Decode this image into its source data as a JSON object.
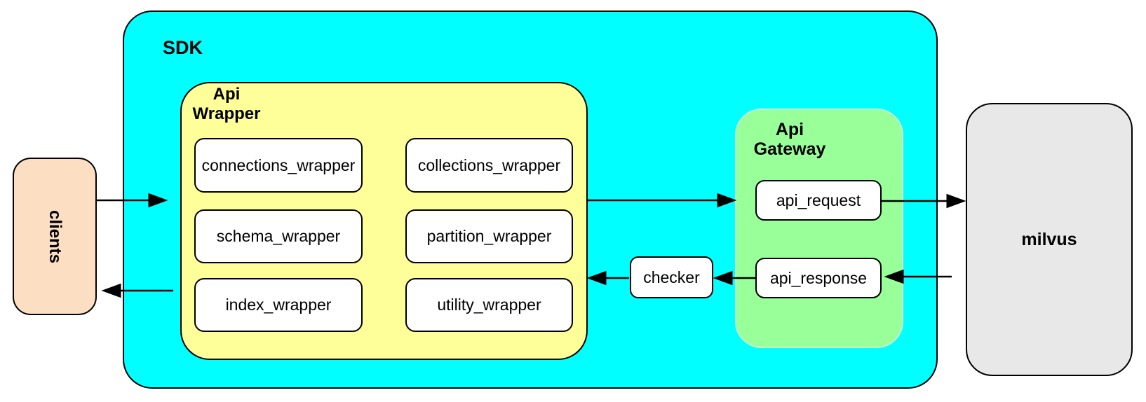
{
  "sdk": {
    "label": "SDK"
  },
  "clients": {
    "label": "clients"
  },
  "api_wrapper": {
    "title_line1": "Api",
    "title_line2": "Wrapper",
    "modules": [
      {
        "label": "connections_wrapper"
      },
      {
        "label": "collections_wrapper"
      },
      {
        "label": "schema_wrapper"
      },
      {
        "label": "partition_wrapper"
      },
      {
        "label": "index_wrapper"
      },
      {
        "label": "utility_wrapper"
      }
    ]
  },
  "checker": {
    "label": "checker"
  },
  "api_gateway": {
    "title_line1": "Api",
    "title_line2": "Gateway",
    "request": {
      "label": "api_request"
    },
    "response": {
      "label": "api_response"
    }
  },
  "milvus": {
    "label": "milvus"
  },
  "colors": {
    "sdk_fill": "#00ffff",
    "api_wrapper_fill": "#ffff99",
    "api_gateway_fill": "#99ff99",
    "clients_fill": "#fcdfc3",
    "milvus_fill": "#e8e8e8",
    "box_fill": "#ffffff",
    "stroke": "#000000"
  },
  "connections": [
    {
      "from": "clients",
      "to": "sdk",
      "direction": "right"
    },
    {
      "from": "api_wrapper",
      "to": "api_gateway",
      "direction": "right"
    },
    {
      "from": "api_request",
      "to": "milvus",
      "direction": "right"
    },
    {
      "from": "milvus",
      "to": "api_response",
      "direction": "left"
    },
    {
      "from": "api_response",
      "to": "checker",
      "direction": "left"
    },
    {
      "from": "checker",
      "to": "api_wrapper",
      "direction": "left"
    },
    {
      "from": "api_wrapper",
      "to": "clients",
      "direction": "left"
    }
  ]
}
